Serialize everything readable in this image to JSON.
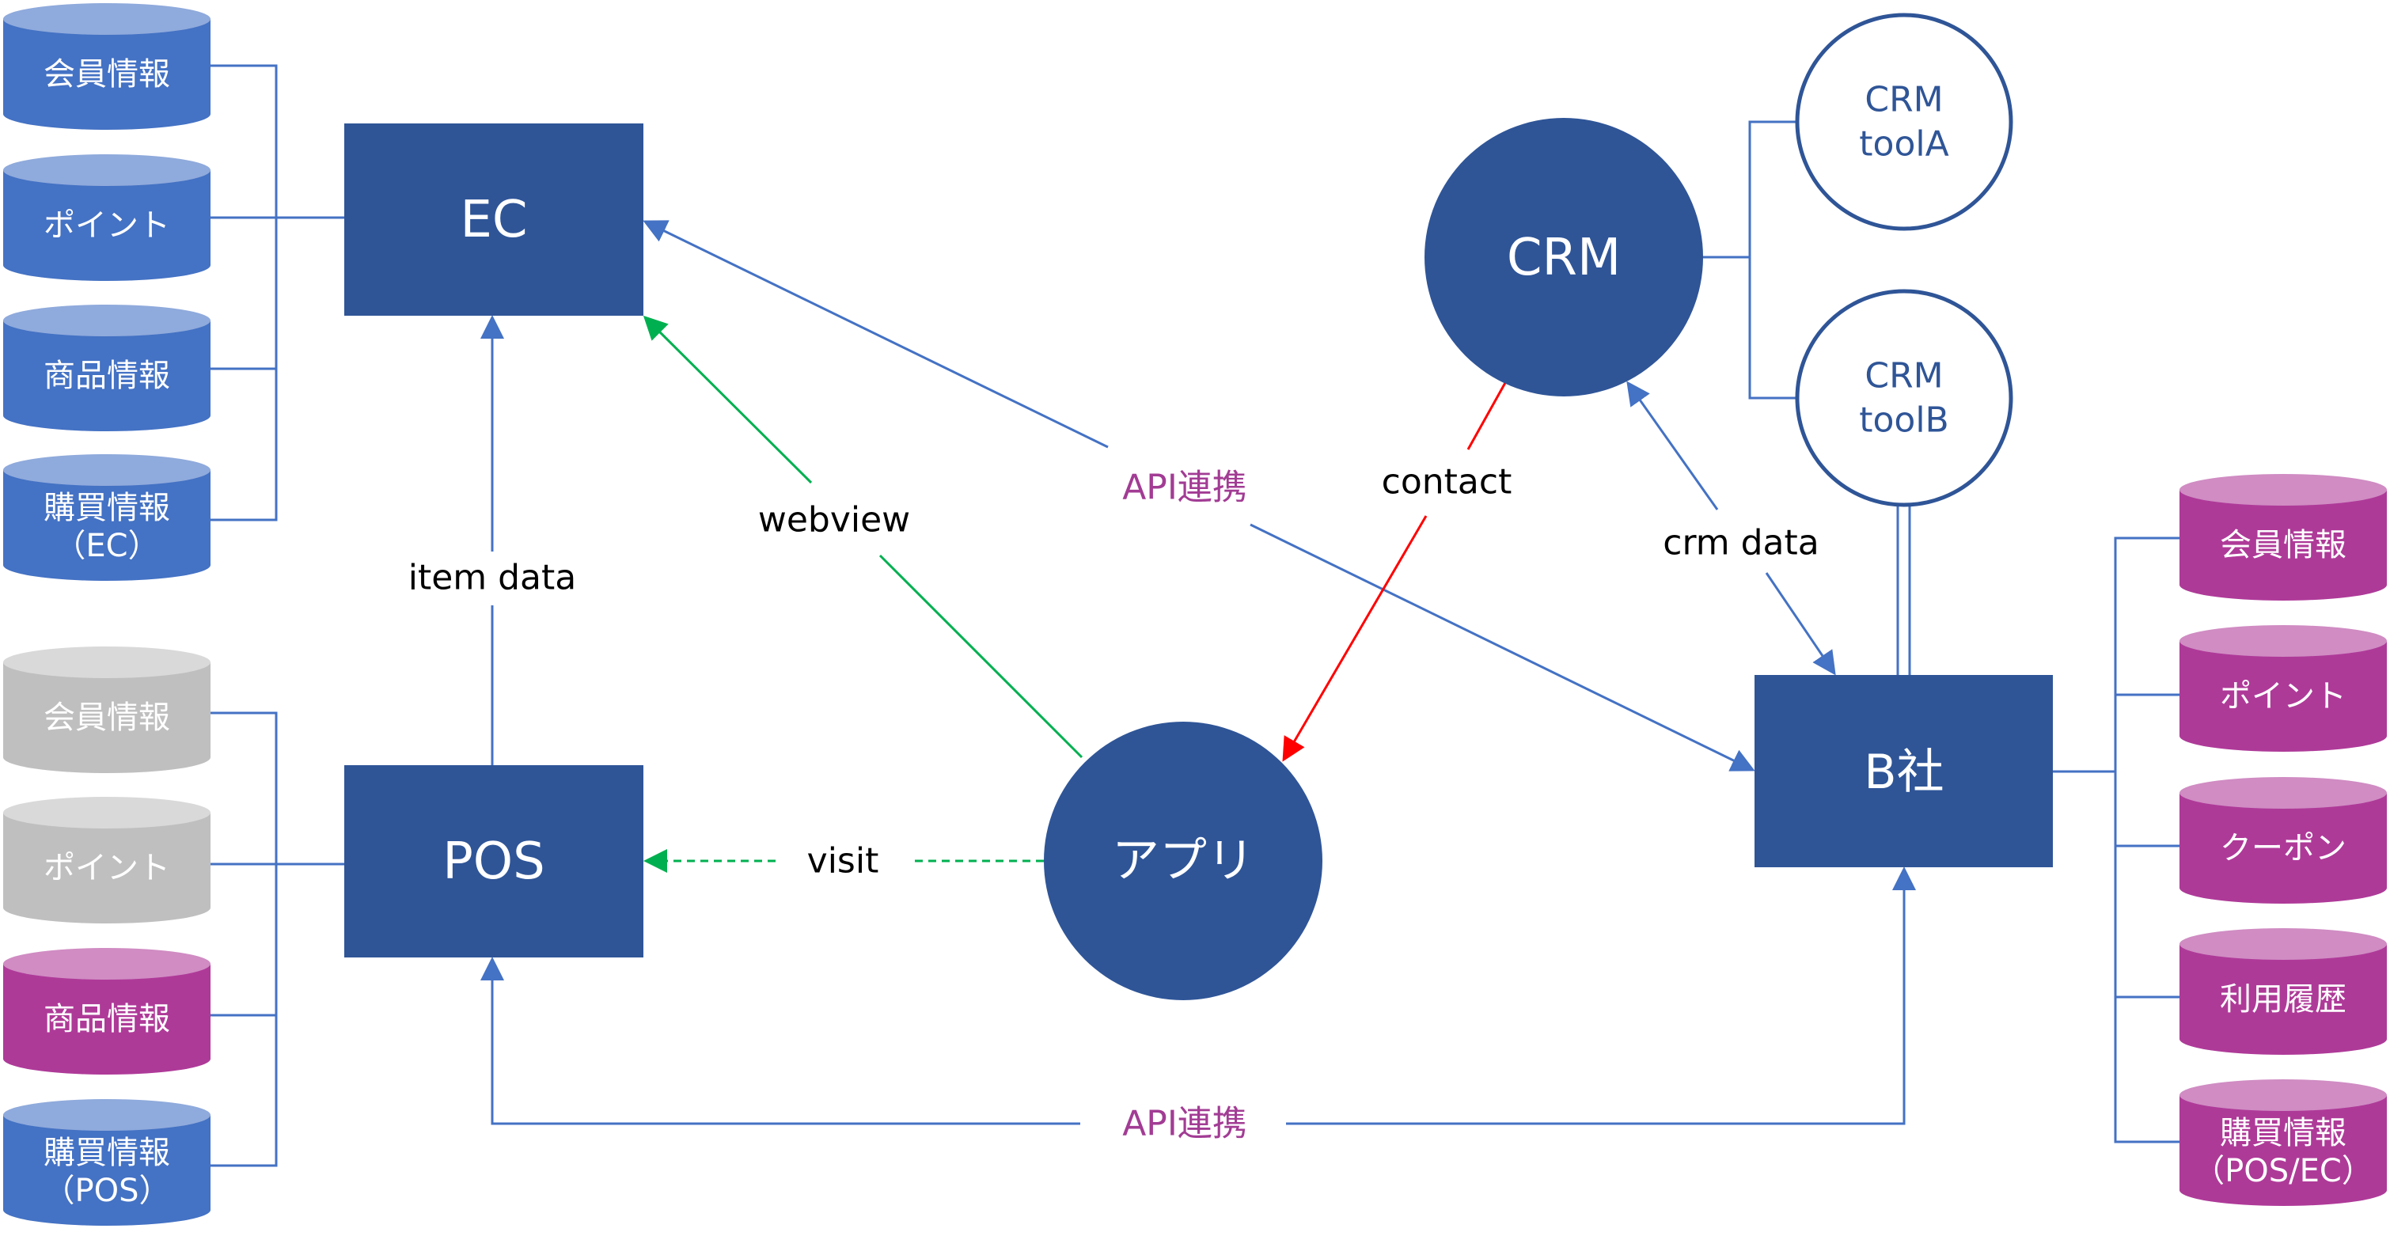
{
  "colors": {
    "node_fill": "#2F5597",
    "connector": "#4472C4",
    "webview_green": "#00B050",
    "contact_red": "#FF0000",
    "api_label": "#A23C94",
    "label_black": "#000000",
    "cyl_blue": {
      "body": "#4472C4",
      "top": "#8FAADC"
    },
    "cyl_gray": {
      "body": "#BFBFBF",
      "top": "#D9D9D9"
    },
    "cyl_purple": {
      "body": "#AE3A98",
      "top": "#D08CC3"
    }
  },
  "nodes": {
    "ec": {
      "label": "EC",
      "shape": "rect"
    },
    "pos": {
      "label": "POS",
      "shape": "rect"
    },
    "b_company": {
      "label": "B社",
      "shape": "rect"
    },
    "app": {
      "label": "アプリ",
      "shape": "circle"
    },
    "crm": {
      "label": "CRM",
      "shape": "circle"
    },
    "crm_tool_a": {
      "label_line1": "CRM",
      "label_line2": "toolA",
      "shape": "circle-outline"
    },
    "crm_tool_b": {
      "label_line1": "CRM",
      "label_line2": "toolB",
      "shape": "circle-outline"
    }
  },
  "databases": {
    "ec_group": [
      {
        "line1": "会員情報",
        "line2": "",
        "color": "blue"
      },
      {
        "line1": "ポイント",
        "line2": "",
        "color": "blue"
      },
      {
        "line1": "商品情報",
        "line2": "",
        "color": "blue"
      },
      {
        "line1": "購買情報",
        "line2": "（EC）",
        "color": "blue"
      }
    ],
    "pos_group": [
      {
        "line1": "会員情報",
        "line2": "",
        "color": "gray"
      },
      {
        "line1": "ポイント",
        "line2": "",
        "color": "gray"
      },
      {
        "line1": "商品情報",
        "line2": "",
        "color": "purple"
      },
      {
        "line1": "購買情報",
        "line2": "（POS）",
        "color": "blue"
      }
    ],
    "b_group": [
      {
        "line1": "会員情報",
        "line2": "",
        "color": "purple"
      },
      {
        "line1": "ポイント",
        "line2": "",
        "color": "purple"
      },
      {
        "line1": "クーポン",
        "line2": "",
        "color": "purple"
      },
      {
        "line1": "利用履歴",
        "line2": "",
        "color": "purple"
      },
      {
        "line1": "購買情報",
        "line2": "（POS/EC）",
        "color": "purple"
      }
    ]
  },
  "edges": {
    "item_data": {
      "label": "item data",
      "from": "POS",
      "to": "EC"
    },
    "webview": {
      "label": "webview",
      "from": "アプリ",
      "to": "EC"
    },
    "api_top": {
      "label": "API連携",
      "from": "B社",
      "to": "EC",
      "bidirectional": true
    },
    "contact": {
      "label": "contact",
      "from": "CRM",
      "to": "アプリ"
    },
    "crm_data": {
      "label": "crm data",
      "from": "CRM",
      "to": "B社",
      "bidirectional": true
    },
    "visit": {
      "label": "visit",
      "from": "アプリ",
      "to": "POS",
      "dashed": true
    },
    "api_bottom": {
      "label": "API連携",
      "from": "B社",
      "to": "POS",
      "bidirectional": true
    }
  }
}
